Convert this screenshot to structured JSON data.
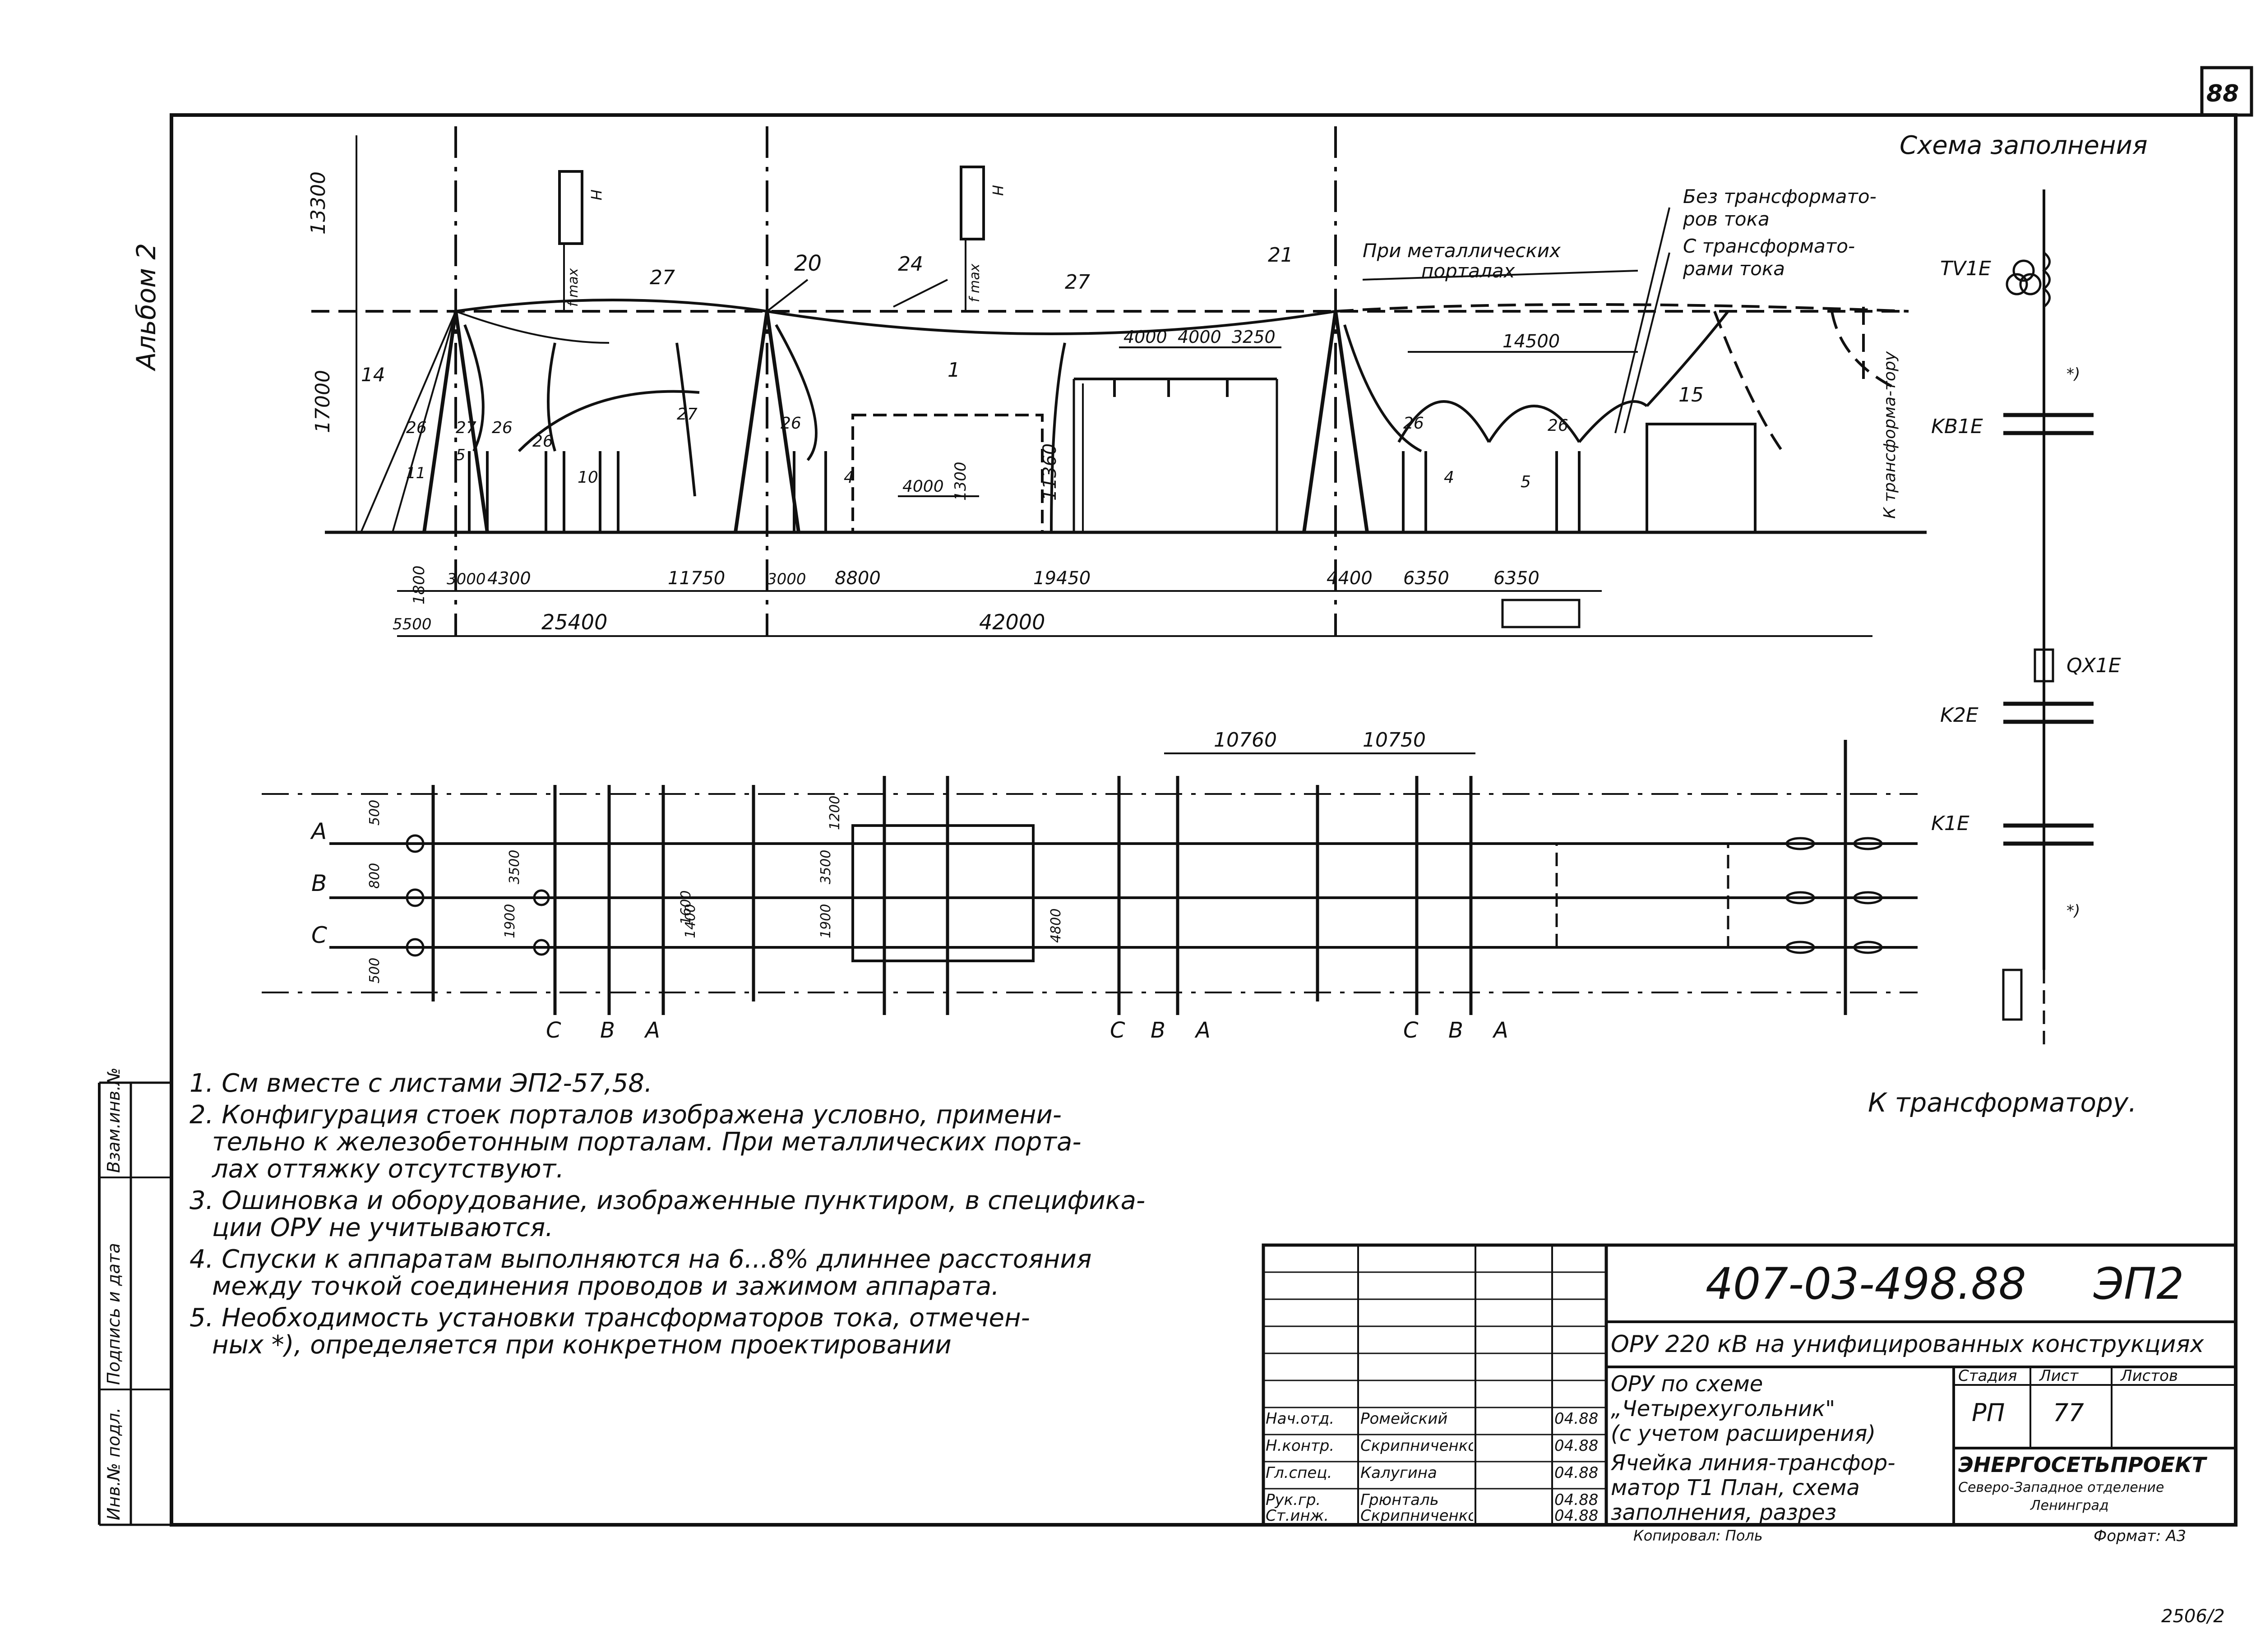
{
  "sheet": {
    "corner_number": "88",
    "album_label": "Альбом 2",
    "scheme_title": "Схема заполнения",
    "transformer_note": "К трансформатору.",
    "bottom_right_number": "2506/2"
  },
  "section": {
    "heights": [
      "13300",
      "17000",
      "11360"
    ],
    "dims_top": [
      "4000",
      "4000",
      "3250",
      "14500"
    ],
    "dims_small": [
      "4000",
      "1300"
    ],
    "dims_bottom_row1": [
      "1800",
      "3000",
      "4300",
      "11750",
      "3000",
      "8800",
      "19450",
      "4400",
      "6350",
      "6350"
    ],
    "dims_bottom_row2": [
      "5500",
      "25400",
      "42000"
    ],
    "labels": {
      "p14": "14",
      "p20": "20",
      "p24": "24",
      "p27a": "27",
      "p27b": "27",
      "p27c": "27",
      "p27d": "27",
      "p21": "21",
      "p1": "1",
      "p15": "15",
      "p26a": "26",
      "p26b": "26",
      "p26c": "26",
      "p26d": "26",
      "p26e": "26",
      "p26f": "26",
      "p10": "10",
      "p4a": "4",
      "p4b": "4",
      "p5a": "5",
      "p5b": "5",
      "p11": "11",
      "fmax1": "f max",
      "fmax2": "f max",
      "H1": "H",
      "H2": "H"
    },
    "metal_portal_note": [
      "При металлических",
      "порталах"
    ],
    "ct_note": [
      "Без трансформато-",
      "ров тока",
      "С трансформато-",
      "рами тока"
    ],
    "to_transformer_vertical": "К трансформа-тору"
  },
  "plan": {
    "phases": [
      "A",
      "B",
      "C"
    ],
    "dims_top": [
      "10760",
      "10750"
    ],
    "dims_left": [
      "500",
      "800",
      "500",
      "1900",
      "3500",
      "1200",
      "1900",
      "3500",
      "1600",
      "1400",
      "4800"
    ],
    "phase_bottom_labels": [
      "C",
      "B",
      "A",
      "C",
      "B",
      "A",
      "C",
      "B",
      "A"
    ]
  },
  "scheme": {
    "devices": [
      "TV1E",
      "KB1E",
      "QX1E",
      "K2E",
      "K1E"
    ],
    "marks": [
      "*)",
      "*)"
    ]
  },
  "notes": [
    "1. См вместе с листами ЭП2-57,58.",
    "2. Конфигурация стоек порталов изображена условно, примени-",
    "тельно к железобетонным порталам. При металлических порта-",
    "лах оттяжку отсутствуют.",
    "3. Ошиновка и оборудование, изображенные пунктиром, в специфика-",
    "ции ОРУ не учитываются.",
    "4. Спуски к аппаратам выполняются на 6...8% длиннее расстояния",
    "между точкой соединения проводов и зажимом аппарата.",
    "5. Необходимость установки трансформаторов тока, отмечен-",
    "ных *), определяется при конкретном проектировании"
  ],
  "left_strip": [
    "Инв.№ подл.",
    "Подпись и дата",
    "Взам.инв.№"
  ],
  "title_block": {
    "doc_code": "407-03-498.88",
    "doc_mark": "ЭП2",
    "project": "ОРУ 220 кВ на унифицированных конструкциях",
    "scheme_title": [
      "ОРУ по схеме",
      "„Четырехугольник\"",
      "(с учетом расширения)"
    ],
    "sheet_title": [
      "Ячейка линия-трансфор-",
      "матор Т1 План, схема",
      "заполнения, разрез"
    ],
    "stage_header": "Стадия",
    "sheet_header": "Лист",
    "sheets_header": "Листов",
    "stage": "РП",
    "sheet_no": "77",
    "org": "ЭНЕРГОСЕТЬПРОЕКТ",
    "org_sub1": "Северо-Западное отделение",
    "org_sub2": "Ленинград",
    "copied": "Копировал: Поль",
    "format": "Формат: А3",
    "signers": [
      {
        "role": "Нач.отд.",
        "name": "Ромейский",
        "date": "04.88"
      },
      {
        "role": "Н.контр.",
        "name": "Скрипниченко",
        "date": "04.88"
      },
      {
        "role": "Гл.спец.",
        "name": "Калугина",
        "date": "04.88"
      },
      {
        "role": "Рук.гр.",
        "name": "Грюнталь",
        "date": "04.88"
      },
      {
        "role": "Ст.инж.",
        "name": "Скрипниченко",
        "date": "04.88"
      }
    ]
  }
}
